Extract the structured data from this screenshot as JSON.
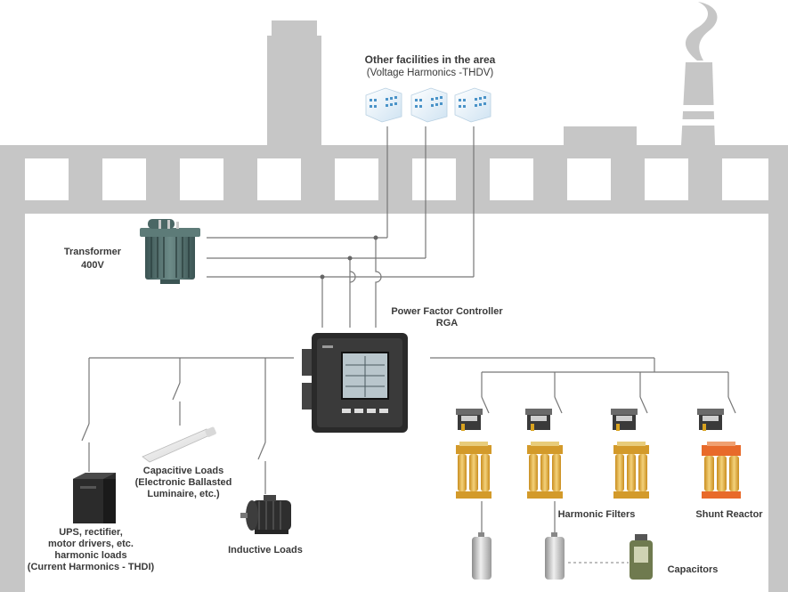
{
  "facilities": {
    "title": "Other facilities in the area",
    "subtitle": "(Voltage Harmonics -THDV)"
  },
  "transformer": {
    "name": "Transformer",
    "voltage": "400V"
  },
  "controller": {
    "name": "Power Factor Controller",
    "model": "RGA"
  },
  "loads": {
    "capacitive_line1": "Capacitive Loads",
    "capacitive_line2": "(Electronic Ballasted",
    "capacitive_line3": "Luminaire, etc.)",
    "inductive": "Inductive Loads",
    "ups_line1": "UPS, rectifier,",
    "ups_line2": "motor drivers, etc.",
    "ups_line3": "harmonic loads",
    "ups_line4": "(Current Harmonics - THDI)"
  },
  "compensation": {
    "harmonic_filters": "Harmonic Filters",
    "shunt_reactor": "Shunt Reactor",
    "capacitors": "Capacitors"
  },
  "colors": {
    "building": "#c6c6c6",
    "wire": "#777777",
    "transformer": "#4f6d6b",
    "reactor_core": "#e2b13c",
    "reactor_frame": "#e86a2a",
    "controller": "#2a2a2a"
  },
  "icons": [
    "factory-building",
    "smokestack-icon",
    "smoke-icon",
    "building-icon",
    "transformer-icon",
    "power-factor-controller-icon",
    "ups-icon",
    "luminaire-icon",
    "motor-icon",
    "contactor-icon",
    "reactor-icon",
    "capacitor-icon",
    "switch-icon"
  ]
}
